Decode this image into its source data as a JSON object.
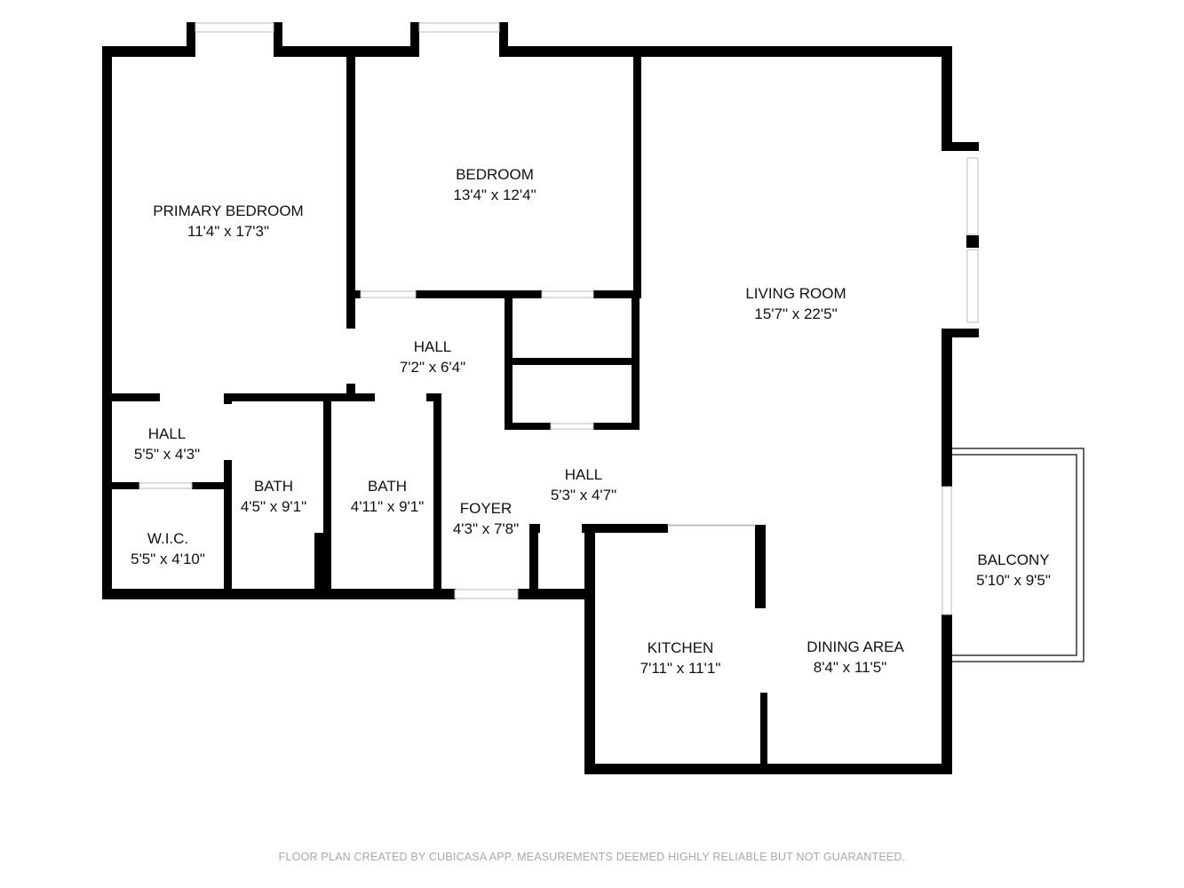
{
  "rooms": {
    "primary_bedroom": {
      "name": "PRIMARY BEDROOM",
      "size": "11'4\" x 17'3\""
    },
    "bedroom": {
      "name": "BEDROOM",
      "size": "13'4\" x 12'4\""
    },
    "living_room": {
      "name": "LIVING ROOM",
      "size": "15'7\" x 22'5\""
    },
    "hall_center": {
      "name": "HALL",
      "size": "7'2\" x 6'4\""
    },
    "hall_left": {
      "name": "HALL",
      "size": "5'5\" x 4'3\""
    },
    "wic": {
      "name": "W.I.C.",
      "size": "5'5\" x 4'10\""
    },
    "bath_1": {
      "name": "BATH",
      "size": "4'5\" x 9'1\""
    },
    "bath_2": {
      "name": "BATH",
      "size": "4'11\" x 9'1\""
    },
    "foyer": {
      "name": "FOYER",
      "size": "4'3\" x 7'8\""
    },
    "hall_right": {
      "name": "HALL",
      "size": "5'3\" x 4'7\""
    },
    "kitchen": {
      "name": "KITCHEN",
      "size": "7'11\" x 11'1\""
    },
    "dining_area": {
      "name": "DINING AREA",
      "size": "8'4\" x 11'5\""
    },
    "balcony": {
      "name": "BALCONY",
      "size": "5'10\" x 9'5\""
    }
  },
  "footer": "FLOOR PLAN CREATED BY CUBICASA APP. MEASUREMENTS DEEMED HIGHLY RELIABLE BUT NOT GUARANTEED."
}
